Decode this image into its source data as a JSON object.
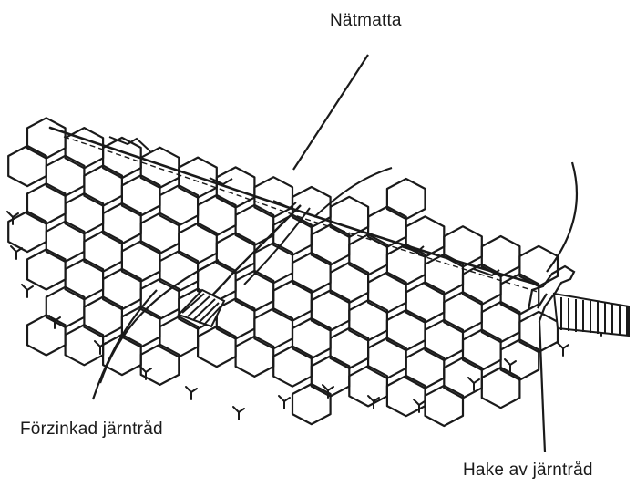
{
  "labels": {
    "mesh": "Nätmatta",
    "wire": "Förzinkad järntråd",
    "hook": "Hake av järntråd"
  },
  "colors": {
    "ink": "#1a1a1a",
    "background": "#ffffff"
  }
}
